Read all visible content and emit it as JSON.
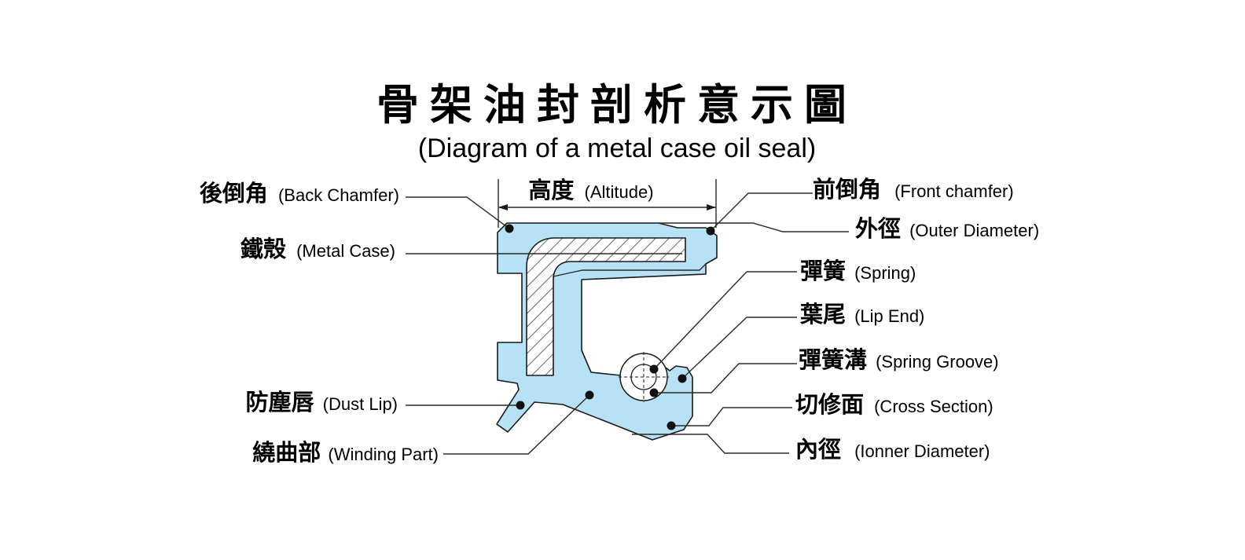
{
  "title": {
    "chinese": "骨架油封剖析意示圖",
    "english": "(Diagram of a metal case oil seal)"
  },
  "colors": {
    "seal_fill": "#b7e2f6",
    "outline": "#1a1a1a",
    "background": "#ffffff"
  },
  "labels": {
    "back_chamfer": {
      "cn": "後倒角",
      "en": "(Back Chamfer)"
    },
    "altitude": {
      "cn": "高度",
      "en": "(Altitude)"
    },
    "front_chamfer": {
      "cn": "前倒角",
      "en": "(Front chamfer)"
    },
    "outer_diameter": {
      "cn": "外徑",
      "en": "(Outer Diameter)"
    },
    "metal_case": {
      "cn": "鐵殼",
      "en": "(Metal Case)"
    },
    "spring": {
      "cn": "彈簧",
      "en": "(Spring)"
    },
    "lip_end": {
      "cn": "葉尾",
      "en": "(Lip End)"
    },
    "spring_groove": {
      "cn": "彈簧溝",
      "en": "(Spring Groove)"
    },
    "dust_lip": {
      "cn": "防塵唇",
      "en": "(Dust Lip)"
    },
    "cross_section": {
      "cn": "切修面",
      "en": "(Cross Section)"
    },
    "winding_part": {
      "cn": "繞曲部",
      "en": "(Winding Part)"
    },
    "inner_diameter": {
      "cn": "內徑",
      "en": "(Ionner Diameter)"
    }
  }
}
